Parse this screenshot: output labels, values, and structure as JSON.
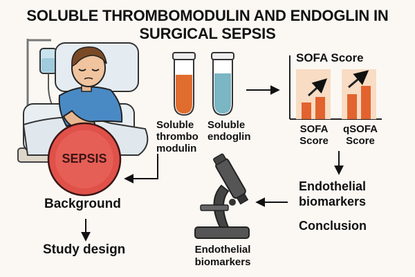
{
  "title": {
    "line1": "SOLUBLE THROMBOMODULIN AND ENDOGLIN IN",
    "line2": "SURGICAL SEPSIS"
  },
  "patient": {
    "badge": "SEPSIS"
  },
  "tubes": {
    "tube1_label": [
      "Soluble",
      "thrombo",
      "modulin"
    ],
    "tube2_label": [
      "Soluble",
      "endoglin"
    ]
  },
  "sofa": {
    "heading": "SOFA Score",
    "bar1_label": [
      "SOFA",
      "Score"
    ],
    "bar2_label": [
      "qSOFA",
      "Score"
    ]
  },
  "flow": {
    "background": "Background",
    "study_design": "Study design",
    "endothelial_biomarkers_right": [
      "Endothelial",
      "biomarkers"
    ],
    "conclusion": "Conclusion",
    "endothelial_biomarkers_bottom": [
      "Endothelial",
      "biomarkers"
    ]
  },
  "colors": {
    "sepsis_red": "#e0514a",
    "tube_orange": "#e06c2e",
    "tube_blue": "#7ab6c4",
    "bar_orange": "#e2632f",
    "chart_bg": "#f8dcc4",
    "gown_blue": "#4a8ac4"
  },
  "icons": [
    "iv-bag-icon",
    "patient-icon",
    "test-tube-icon",
    "bar-chart-icon",
    "trend-arrow-icon",
    "microscope-icon",
    "flow-arrow-icon"
  ]
}
